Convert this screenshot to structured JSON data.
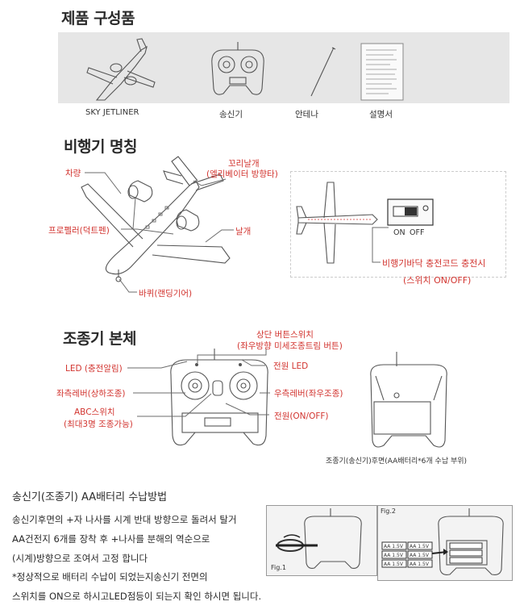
{
  "sections": {
    "components": {
      "title": "제품 구성품",
      "items": [
        "SKY JETLINER",
        "송신기",
        "안테나",
        "설명서"
      ]
    },
    "aircraft": {
      "title": "비행기 명칭",
      "labels": {
        "chassis": "차량",
        "tail_line1": "꼬리날개",
        "tail_line2": "(엘리베이터 방향타)",
        "propeller": "프로펠러(덕트펜)",
        "wing": "날개",
        "wheel": "바퀴(랜딩기어)",
        "switch_on": "ON",
        "switch_off": "OFF",
        "charge_line1": "비행기바닥 충전코드 충전시",
        "charge_line2": "(스위치 ON/OFF)"
      }
    },
    "controller": {
      "title": "조종기 본체",
      "labels": {
        "top_button_line1": "상단 버튼스위치",
        "top_button_line2": "(좌우방향 미세조종트림 버튼)",
        "led": "LED (충전알림)",
        "power_led": "전원 LED",
        "left_lever": "좌측레버(상하조종)",
        "right_lever": "우측레버(좌우조종)",
        "abc_line1": "ABC스위치",
        "abc_line2": "(최대3명 조종가능)",
        "power": "전원(ON/OFF)",
        "back_caption": "조종기(송신기)후면(AA배터리*6개 수납 부위)"
      }
    },
    "battery": {
      "title": "송신기(조종기) AA배터리 수납방법",
      "lines": [
        "송신기후면의 +자 나사를 시계 반대 방향으로 돌려서 탈거",
        "AA건전지 6개를 장착 후 +나사를 분해의 역순으로",
        "(시계)방향으로 조여서 고정 합니다",
        "*정상적으로 배터리 수납이 되었는지송신기 전면의",
        "스위치를 ON으로 하시고LED점등이 되는지 확인 하시면 됩니다."
      ],
      "fig1": "Fig.1",
      "fig2": "Fig.2",
      "cell": "AA 1.5V"
    }
  }
}
